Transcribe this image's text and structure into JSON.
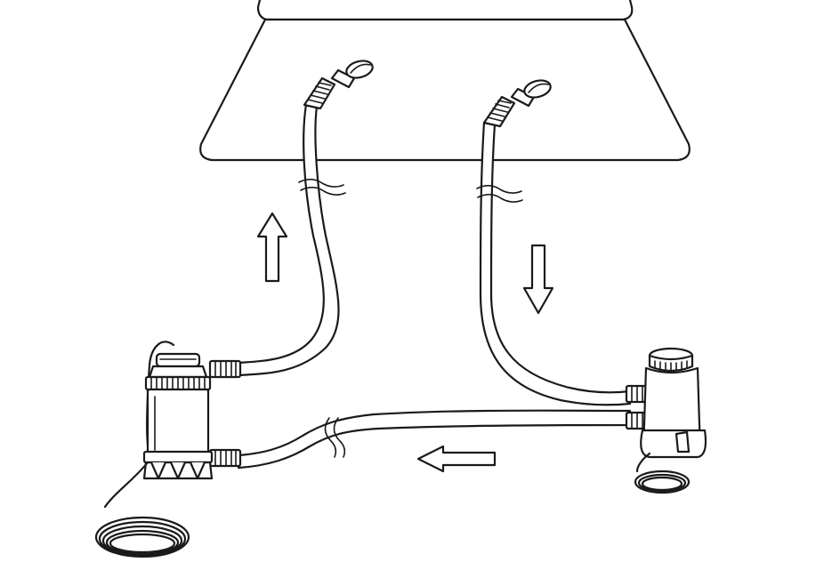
{
  "diagram": {
    "parts": {
      "pool": "pool",
      "heat_pump": "heat-pump",
      "filter_pump": "filter-pump",
      "outlet_hose": "hose-to-pool",
      "inlet_hose": "hose-from-pool",
      "connecting_hose": "hose-filter-to-heater"
    },
    "flow_arrows": [
      {
        "id": "arrow-up",
        "direction": "up"
      },
      {
        "id": "arrow-down",
        "direction": "down"
      },
      {
        "id": "arrow-left",
        "direction": "left"
      }
    ],
    "colors": {
      "line": "#1a1a1a",
      "background": "#ffffff",
      "fill": "#ffffff"
    }
  }
}
